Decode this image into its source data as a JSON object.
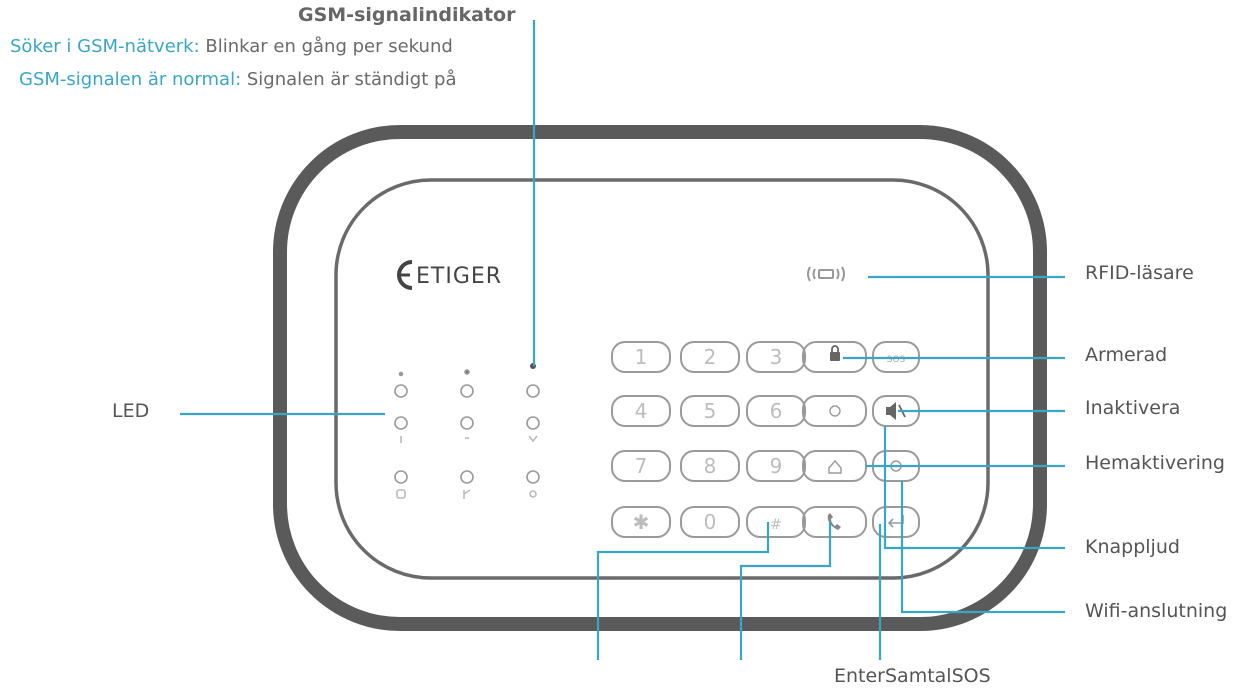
{
  "gsm": {
    "title": "GSM-signalindikator",
    "search_label": "Söker i GSM-nätverk:",
    "search_text": " Blinkar en gång per sekund",
    "normal_label": "GSM-signalen är normal:",
    "normal_text": " Signalen är ständigt på"
  },
  "brand": {
    "logo_text": "ETIGER"
  },
  "keypad": {
    "rows": [
      [
        "1",
        "2",
        "3"
      ],
      [
        "4",
        "5",
        "6"
      ],
      [
        "7",
        "8",
        "9"
      ],
      [
        "✱",
        "0",
        "#"
      ]
    ]
  },
  "labels": {
    "led": "LED",
    "rfid": "RFID-läsare",
    "armerad": "Armerad",
    "inaktivera": "Inaktivera",
    "hemaktivering": "Hemaktivering",
    "knappljud": "Knappljud",
    "wifi": "Wifi-anslutning",
    "bottom": "EnterSamtalSOS"
  },
  "colors": {
    "callout": "#3aa6c6",
    "device_outline": "#555555",
    "key_outline": "#9a9a9a"
  }
}
